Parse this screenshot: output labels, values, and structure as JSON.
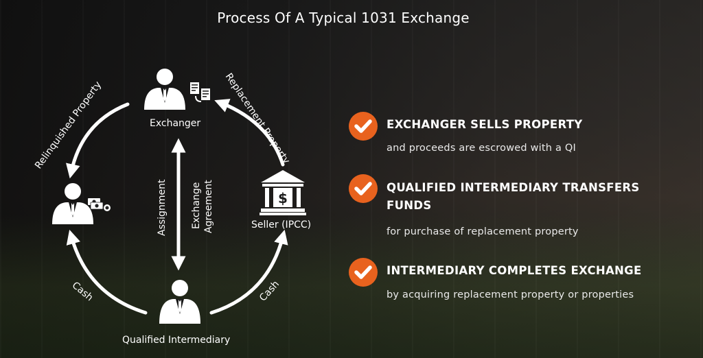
{
  "title": "Process Of A Typical 1031 Exchange",
  "colors": {
    "accent": "#e8621e",
    "text": "#ffffff"
  },
  "diagram": {
    "nodes": {
      "exchanger": {
        "label": "Exchanger",
        "icon": "businessman-documents-icon"
      },
      "relinquished": {
        "label": "",
        "icon": "businessman-cash-icon"
      },
      "seller": {
        "label": "Seller (IPCC)",
        "icon": "bank-building-icon"
      },
      "qi": {
        "label": "Qualified Intermediary",
        "icon": "businessman-icon"
      }
    },
    "arrows": {
      "relinquished_property": "Relinquished Property",
      "replacement_property": "Replacement Property",
      "assignment": "Assignment",
      "exchange": "Exchange",
      "agreement": "Agreement",
      "cash_left": "Cash",
      "cash_right": "Cash"
    }
  },
  "steps": [
    {
      "title": "EXCHANGER SELLS PROPERTY",
      "description": "and proceeds are escrowed with a QI"
    },
    {
      "title": "QUALIFIED INTERMEDIARY TRANSFERS FUNDS",
      "description": "for purchase of replacement property"
    },
    {
      "title": "INTERMEDIARY COMPLETES EXCHANGE",
      "description": "by acquiring replacement property or properties"
    }
  ]
}
